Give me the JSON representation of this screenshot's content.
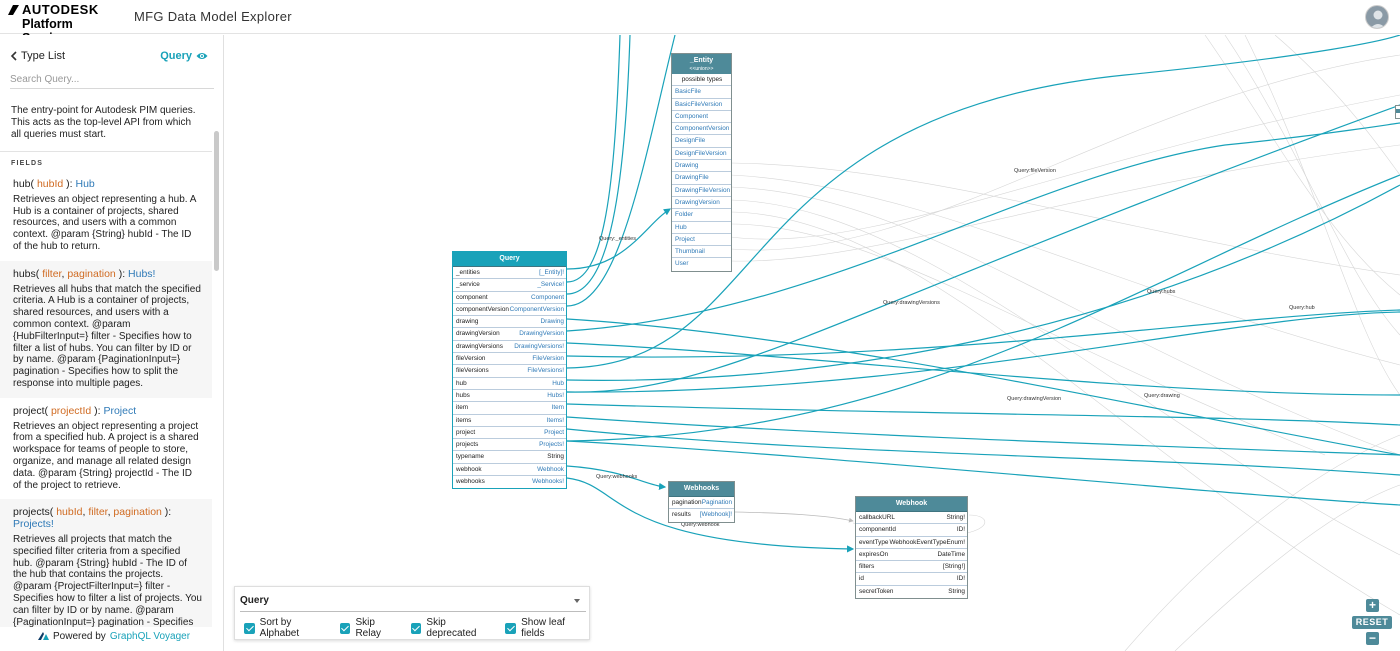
{
  "header": {
    "brand_top": "AUTODESK",
    "brand_bottom": "Platform Services",
    "app_title": "MFG Data Model Explorer"
  },
  "sidebar": {
    "back_label": "Type List",
    "query_label": "Query",
    "search_placeholder": "Search Query...",
    "description": "The entry-point for Autodesk PIM queries. This acts as the top-level API from which all queries must start.",
    "fields_title": "FIELDS",
    "fields": [
      {
        "name": "hub",
        "args": [
          "hubId"
        ],
        "type": "Hub",
        "desc": "Retrieves an object representing a hub. A Hub is a container of projects, shared resources, and users with a common context. @param {String} hubId - The ID of the hub to return."
      },
      {
        "name": "hubs",
        "args": [
          "filter",
          "pagination"
        ],
        "type": "Hubs!",
        "desc": "Retrieves all hubs that match the specified criteria. A Hub is a container of projects, shared resources, and users with a common context. @param {HubFilterInput=} filter - Specifies how to filter a list of hubs. You can filter by ID or by name. @param {PaginationInput=} pagination - Specifies how to split the response into multiple pages."
      },
      {
        "name": "project",
        "args": [
          "projectId"
        ],
        "type": "Project",
        "desc": "Retrieves an object representing a project from a specified hub. A project is a shared workspace for teams of people to store, organize, and manage all related design data. @param {String} projectId - The ID of the project to retrieve."
      },
      {
        "name": "projects",
        "args": [
          "hubId",
          "filter",
          "pagination"
        ],
        "type": "Projects!",
        "desc": "Retrieves all projects that match the specified filter criteria from a specified hub. @param {String} hubId - The ID of the hub that contains the projects. @param {ProjectFilterInput=} filter - Specifies how to filter a list of projects. You can filter by ID or by name. @param {PaginationInput=} pagination - Specifies how to split the"
      }
    ],
    "powered_prefix": "Powered by",
    "powered_link": "GraphQL Voyager"
  },
  "graph": {
    "query_node": {
      "title": "Query",
      "rows": [
        {
          "name": "_entities",
          "type": "[_Entity]!"
        },
        {
          "name": "_service",
          "type": "_Service!"
        },
        {
          "name": "component",
          "type": "Component"
        },
        {
          "name": "componentVersion",
          "type": "ComponentVersion"
        },
        {
          "name": "drawing",
          "type": "Drawing"
        },
        {
          "name": "drawingVersion",
          "type": "DrawingVersion"
        },
        {
          "name": "drawingVersions",
          "type": "DrawingVersions!"
        },
        {
          "name": "fileVersion",
          "type": "FileVersion"
        },
        {
          "name": "fileVersions",
          "type": "FileVersions!"
        },
        {
          "name": "hub",
          "type": "Hub"
        },
        {
          "name": "hubs",
          "type": "Hubs!"
        },
        {
          "name": "item",
          "type": "Item"
        },
        {
          "name": "items",
          "type": "Items!"
        },
        {
          "name": "project",
          "type": "Project"
        },
        {
          "name": "projects",
          "type": "Projects!"
        },
        {
          "name": "typename",
          "type": "String",
          "scalar": true
        },
        {
          "name": "webhook",
          "type": "Webhook"
        },
        {
          "name": "webhooks",
          "type": "Webhooks!"
        }
      ]
    },
    "entity_node": {
      "title": "_Entity",
      "subtitle": "<<union>>",
      "header_row": "possible types",
      "rows": [
        "BasicFile",
        "BasicFileVersion",
        "Component",
        "ComponentVersion",
        "DesignFile",
        "DesignFileVersion",
        "Drawing",
        "DrawingFile",
        "DrawingFileVersion",
        "DrawingVersion",
        "Folder",
        "Hub",
        "Project",
        "Thumbnail",
        "User"
      ]
    },
    "webhooks_node": {
      "title": "Webhooks",
      "rows": [
        {
          "name": "pagination",
          "type": "Pagination"
        },
        {
          "name": "results",
          "type": "[Webhook]!"
        }
      ]
    },
    "webhook_node": {
      "title": "Webhook",
      "rows": [
        {
          "name": "callbackURL",
          "type": "String!"
        },
        {
          "name": "componentId",
          "type": "ID!"
        },
        {
          "name": "eventType",
          "type": "WebhookEventTypeEnum!"
        },
        {
          "name": "expiresOn",
          "type": "DateTime"
        },
        {
          "name": "filters",
          "type": "[String!]"
        },
        {
          "name": "id",
          "type": "ID!"
        },
        {
          "name": "secretToken",
          "type": "String"
        }
      ]
    },
    "edge_labels": [
      "Query:_entities",
      "Query:fileVersion",
      "Query:drawingVersions",
      "Query:hubs",
      "Query:hub",
      "Query:drawingVersion",
      "Query:drawing",
      "Query:webhooks",
      "Query:webhook"
    ],
    "accent_color": "#19a2b9",
    "node_header_color": "#4e8a99"
  },
  "options": {
    "root_select": "Query",
    "checkboxes": [
      {
        "label": "Sort by Alphabet",
        "checked": true
      },
      {
        "label": "Skip Relay",
        "checked": true
      },
      {
        "label": "Skip deprecated",
        "checked": true
      },
      {
        "label": "Show leaf fields",
        "checked": true
      }
    ]
  },
  "zoom": {
    "plus": "+",
    "reset": "RESET",
    "minus": "−"
  }
}
